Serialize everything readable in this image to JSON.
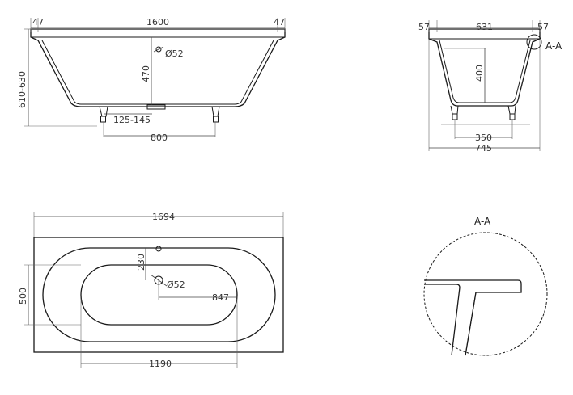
{
  "side_view": {
    "rim_left": "47",
    "length": "1600",
    "rim_right": "47",
    "height": "610-630",
    "depth": "470",
    "drain": "Ø52",
    "leg_offset": "125-145",
    "leg_spacing": "800"
  },
  "end_view": {
    "rim_left": "57",
    "width": "631",
    "rim_right": "57",
    "depth": "400",
    "leg_spacing": "350",
    "total_width": "745",
    "section_mark": "A-A"
  },
  "top_view": {
    "total_length": "1694",
    "drain_offset": "230",
    "drain": "Ø52",
    "inner_width": "500",
    "drain_position": "847",
    "inner_length": "1190"
  },
  "detail": {
    "title": "A-A"
  }
}
